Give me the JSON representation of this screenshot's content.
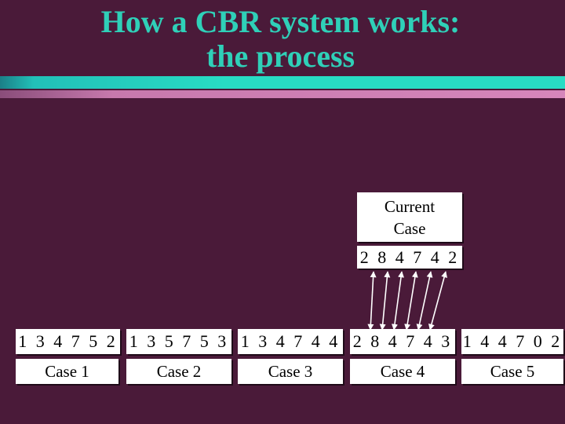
{
  "title": {
    "line1": "How a CBR system works:",
    "line2": "the process"
  },
  "current_case": {
    "label_line1": "Current",
    "label_line2": "Case",
    "code": "2 8 4 7 4 2"
  },
  "cases": [
    {
      "code": "1 3 4 7 5 2",
      "label": "Case 1"
    },
    {
      "code": "1 3 5 7 5 3",
      "label": "Case 2"
    },
    {
      "code": "1 3 4 7 4 4",
      "label": "Case 3"
    },
    {
      "code": "2 8 4 7 4 3",
      "label": "Case 4"
    },
    {
      "code": "1 4 4 7 0 2",
      "label": "Case 5"
    }
  ],
  "colors": {
    "background": "#4a1a39",
    "title": "#2fd0b8",
    "band_teal": "#28dcc4",
    "band_pink": "#d686bb"
  }
}
